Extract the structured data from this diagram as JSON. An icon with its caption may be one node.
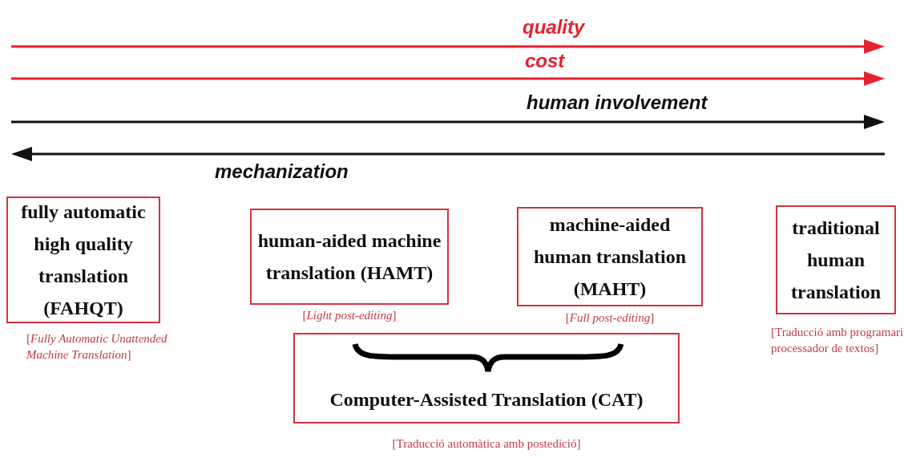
{
  "diagram": {
    "nodes": [
      {
        "text": [
          "fully automatic high quality translation (FAHQT)"
        ],
        "beside": [
          "[*Fully Automatic Unattended Machine Translation*]"
        ]
      },
      {
        "text": [
          "human-aided machine translation (HAMT)"
        ],
        "beside": [
          "[*Light post-editing*]"
        ]
      },
      {
        "text": [
          "machine-aided human translation (MAHT)"
        ],
        "beside": [
          "[*Full post-editing*]"
        ]
      },
      {
        "text": [
          "traditional human translation"
        ],
        "beside": [
          "[Traducció amb programari processador de textos]"
        ]
      },
      {
        "text": [
          "Computer-Assisted Translation (CAT)"
        ],
        "beside": [
          "[Traducció automàtica amb postedició]"
        ]
      }
    ],
    "edges": [],
    "labels": [
      "quality",
      "cost",
      "human involvement",
      "mechanization"
    ]
  }
}
